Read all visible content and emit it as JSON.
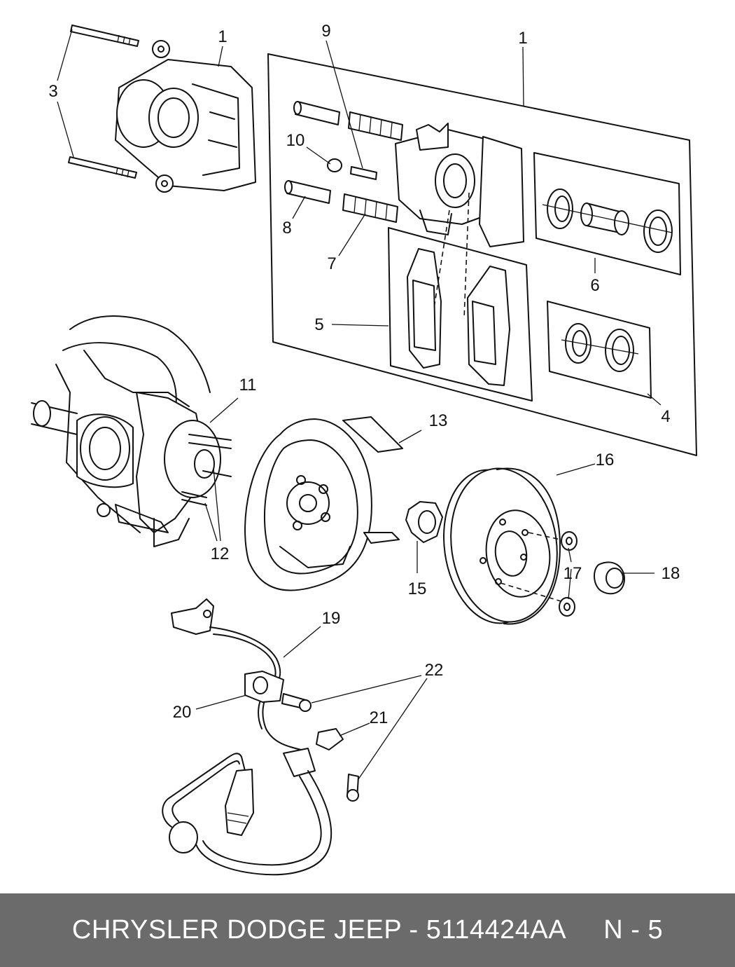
{
  "callouts": {
    "c1a": "1",
    "c1b": "1",
    "c3": "3",
    "c9": "9",
    "c10": "10",
    "c8": "8",
    "c7": "7",
    "c5": "5",
    "c6": "6",
    "c4": "4",
    "c11": "11",
    "c12": "12",
    "c13": "13",
    "c16": "16",
    "c15": "15",
    "c17": "17",
    "c18": "18",
    "c19": "19",
    "c20": "20",
    "c22": "22",
    "c21": "21"
  },
  "footer": {
    "text": "CHRYSLER DODGE JEEP - 5114424AA     N - 5"
  },
  "colors": {
    "footer_bg": "#6b6b6b",
    "line": "#111111",
    "background": "#ffffff"
  }
}
